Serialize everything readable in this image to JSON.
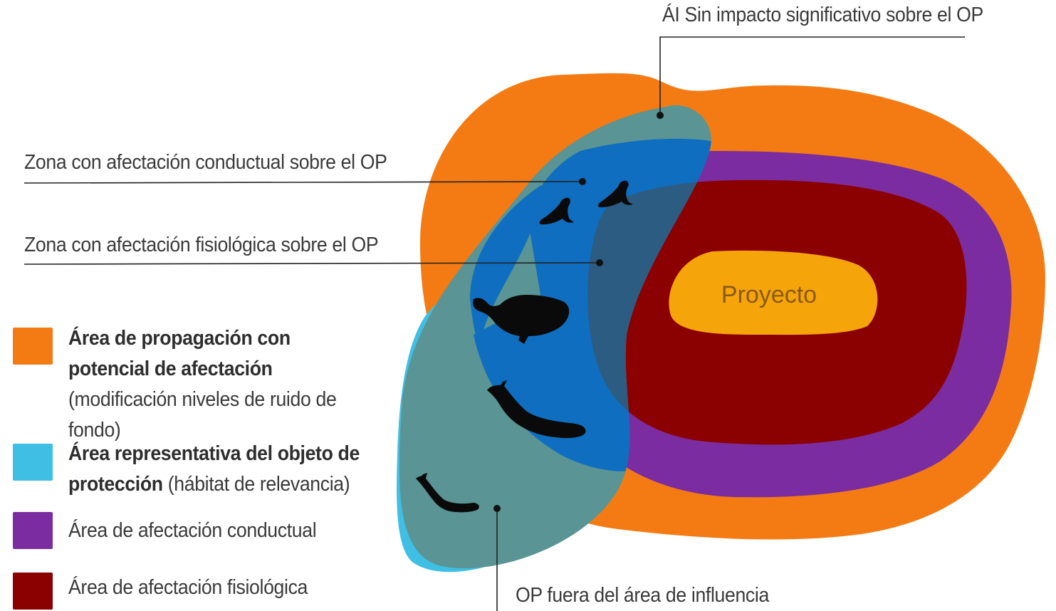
{
  "callouts": {
    "no_impact": "ÁI Sin impacto significativo sobre el OP",
    "behavioral_zone": "Zona con afectación conductual sobre el OP",
    "physiological_zone": "Zona con afectación fisiológica sobre el OP",
    "outside_influence": "OP fuera del área de influencia"
  },
  "center_label": "Proyecto",
  "legend": [
    {
      "bold": "Área de propagación con potencial de afectación",
      "rest": " (modificación niveles de ruido de fondo)",
      "color": "#f47b14"
    },
    {
      "bold": "Área representativa del objeto de protección",
      "rest": " (hábitat de relevancia)",
      "color": "#3fbfe3"
    },
    {
      "bold": "",
      "rest": "Área de afectación conductual",
      "color": "#7b2ca0"
    },
    {
      "bold": "",
      "rest": "Área de afectación fisiológica",
      "color": "#8b0000"
    }
  ],
  "colors": {
    "propagation": "#f47b14",
    "behavioral": "#7b2ca0",
    "physiological": "#8b0000",
    "project": "#f5a40a",
    "habitat": "#3fbfe3",
    "overlap_teal": "#5a9494",
    "overlap_blue": "#0f6ec0",
    "overlap_dark": "#2d5c82"
  },
  "icons": [
    "sea-lion-icon",
    "sea-lion-icon",
    "sperm-whale-icon",
    "whale-icon",
    "small-whale-icon"
  ]
}
